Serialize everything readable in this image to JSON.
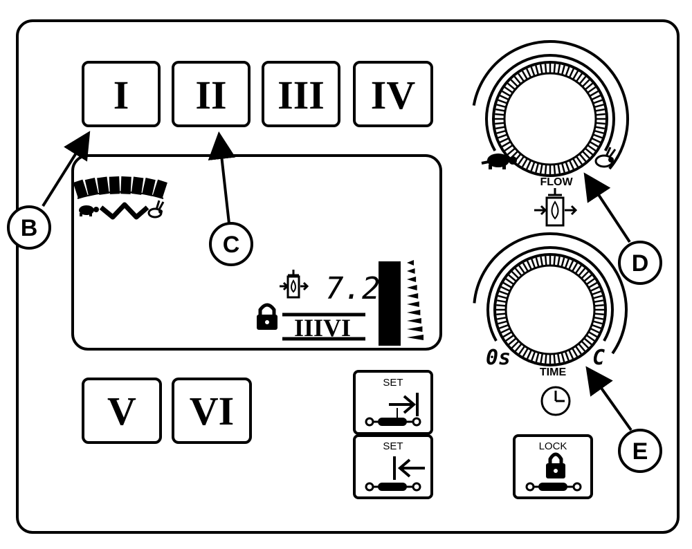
{
  "buttons": {
    "top": [
      {
        "id": "I",
        "label": "I"
      },
      {
        "id": "II",
        "label": "II"
      },
      {
        "id": "III",
        "label": "III"
      },
      {
        "id": "IV",
        "label": "IV"
      }
    ],
    "bottom": [
      {
        "id": "V",
        "label": "V"
      },
      {
        "id": "VI",
        "label": "VI"
      }
    ],
    "set_extend": {
      "label": "SET"
    },
    "set_retract": {
      "label": "SET"
    },
    "lock": {
      "label": "LOCK"
    }
  },
  "display": {
    "flow_value": "7.2",
    "active_outputs": "IIIVI",
    "speed_bar_level": 1.0,
    "flow_bar_segments_on": 4,
    "flow_bar_segments_total": 4
  },
  "dials": {
    "flow": {
      "label": "FLOW",
      "slow_icon": "turtle-icon",
      "fast_icon": "rabbit-icon"
    },
    "time": {
      "label": "TIME",
      "min_label": "0s",
      "max_label": "C",
      "icon": "clock-icon"
    }
  },
  "callouts": {
    "B": "B",
    "C": "C",
    "D": "D",
    "E": "E"
  }
}
